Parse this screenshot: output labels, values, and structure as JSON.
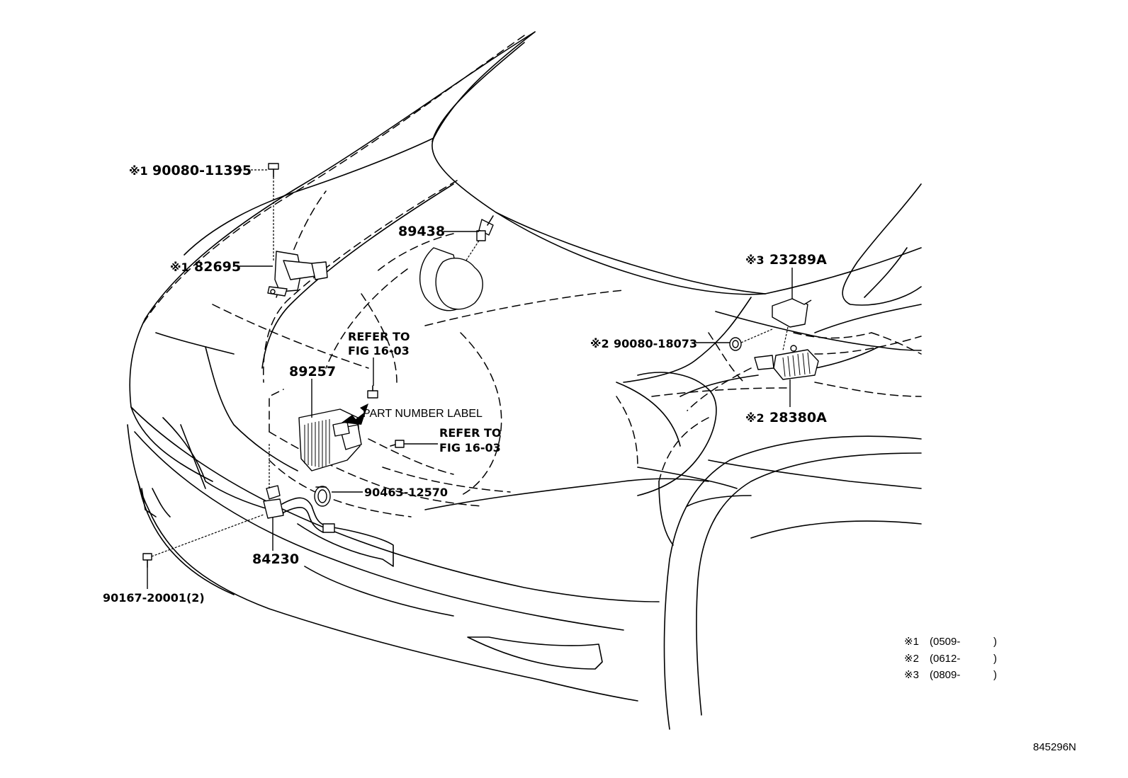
{
  "callouts": {
    "bolt_top": {
      "marker": "※1",
      "number": "90080-11395"
    },
    "sensor_82695": {
      "marker": "※1",
      "number": "82695"
    },
    "sensor_89438": {
      "number": "89438"
    },
    "refer_upper": {
      "line1": "REFER TO",
      "line2": "FIG 16-03"
    },
    "ecu_89257": {
      "number": "89257"
    },
    "part_label": {
      "text": "PART NUMBER LABEL"
    },
    "refer_lower": {
      "line1": "REFER TO",
      "line2": "FIG 16-03"
    },
    "clamp": {
      "number": "90463-12570"
    },
    "horn_84230": {
      "number": "84230"
    },
    "screw_bottom": {
      "number": "90167-20001(2)"
    },
    "bracket_23289A": {
      "marker": "※3",
      "number": "23289A"
    },
    "nut_right": {
      "marker": "※2",
      "number": "90080-18073"
    },
    "filter_28380A": {
      "marker": "※2",
      "number": "28380A"
    }
  },
  "legend": [
    {
      "marker": "※1",
      "range": "(0509-",
      "close": ")"
    },
    {
      "marker": "※2",
      "range": "(0612-",
      "close": ")"
    },
    {
      "marker": "※3",
      "range": "(0809-",
      "close": ")"
    }
  ],
  "figure_number": "845296N"
}
